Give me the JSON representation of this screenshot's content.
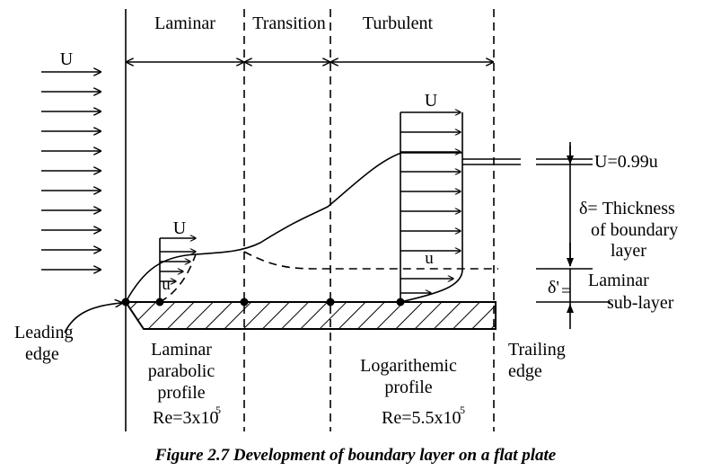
{
  "labels": {
    "zone_laminar": "Laminar",
    "zone_transition": "Transition",
    "zone_turbulent": "Turbulent",
    "free_stream": "U",
    "laminar_profile_U": "U",
    "laminar_profile_u": "u",
    "turbulent_profile_U": "U",
    "turbulent_profile_u": "u",
    "edge_velocity": "U=0.99u",
    "thickness_line1": "δ= Thickness",
    "thickness_line2": "of boundary",
    "thickness_line3": "layer",
    "sublayer_symbol": "δ'",
    "sublayer_eq": "=",
    "sublayer_line1": "Laminar",
    "sublayer_line2": "sub-layer",
    "leading_line1": "Leading",
    "leading_line2": "edge",
    "laminar_line1": "Laminar",
    "laminar_line2": "parabolic",
    "laminar_line3": "profile",
    "re_laminar": "Re=3x10",
    "re_laminar_exp": "5",
    "log_line1": "Logarithemic",
    "log_line2": "profile",
    "re_turbulent": "Re=5.5x10",
    "re_turbulent_exp": "5",
    "trailing_line1": "Trailing",
    "trailing_line2": "edge"
  },
  "caption": "Figure 2.7 Development of boundary layer on a flat plate"
}
